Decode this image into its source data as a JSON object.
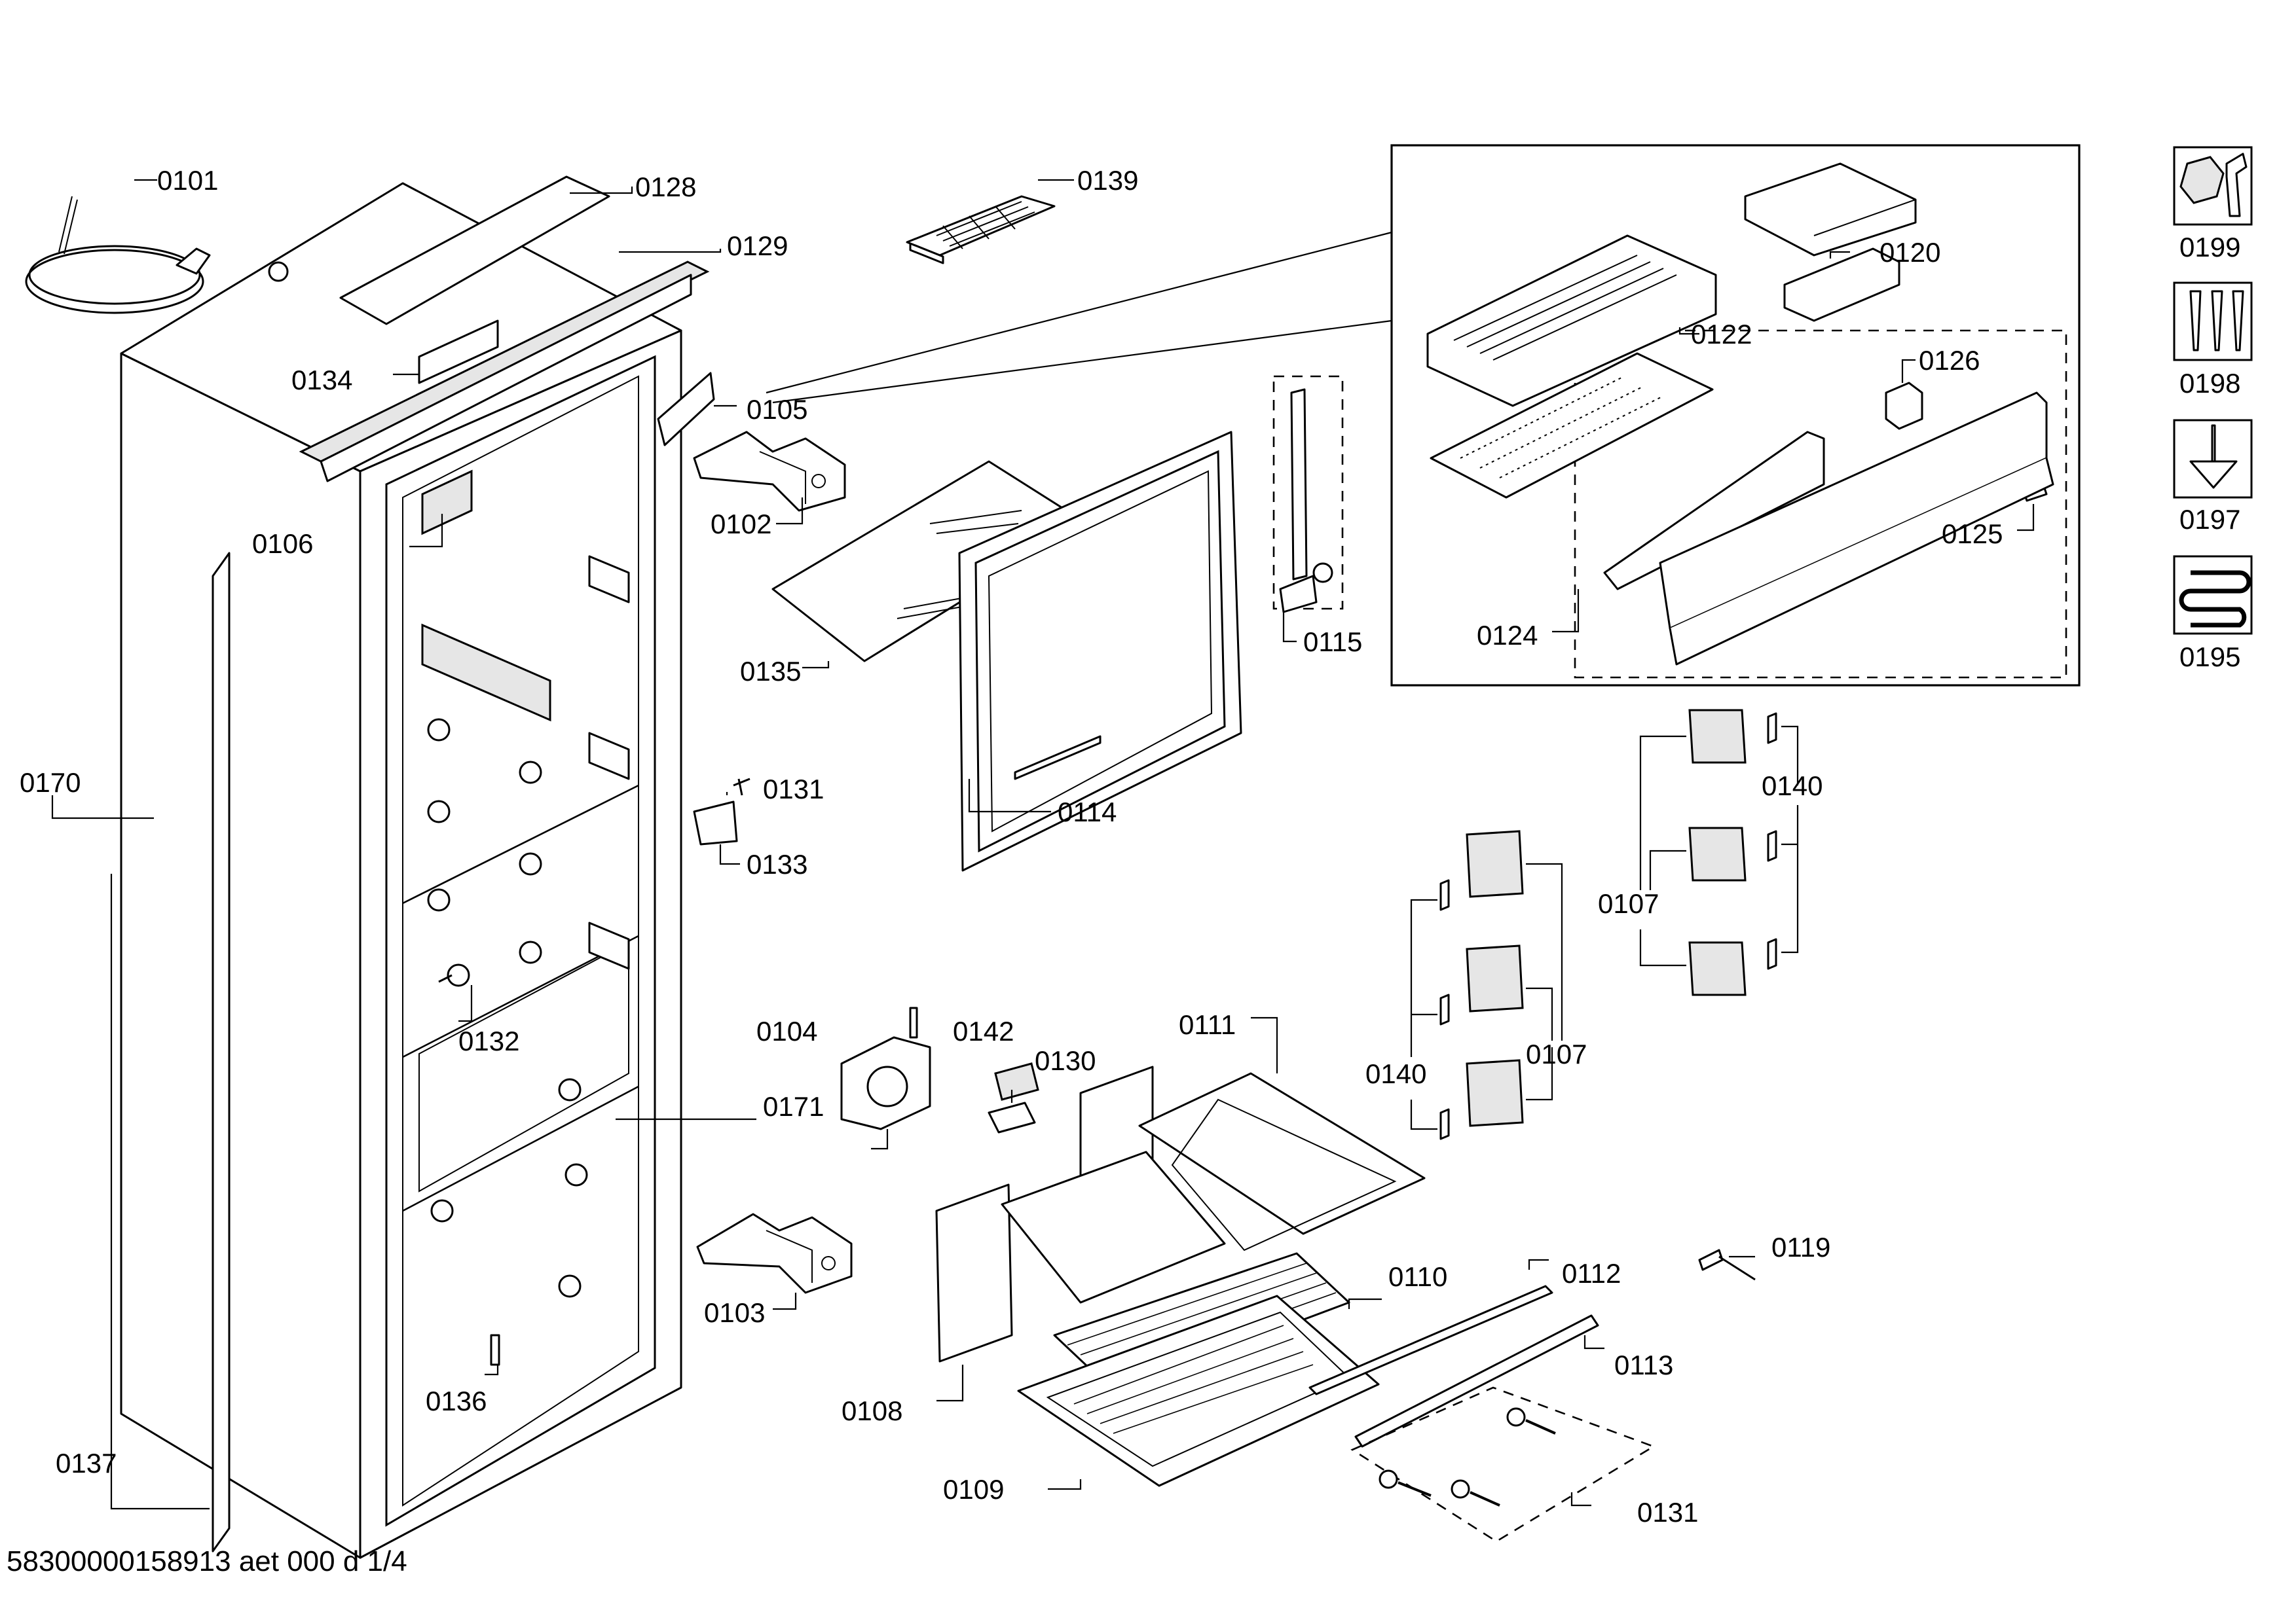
{
  "drawing_id": "58300000158913 aet 000 d 1/4",
  "callouts": {
    "c0101": "0101",
    "c0128": "0128",
    "c0129": "0129",
    "c0134": "0134",
    "c0106": "0106",
    "c0170": "0170",
    "c0137": "0137",
    "c0139": "0139",
    "c0105": "0105",
    "c0102": "0102",
    "c0135": "0135",
    "c0114": "0114",
    "c0115": "0115",
    "c0131a": "0131",
    "c0133": "0133",
    "c0132": "0132",
    "c0171": "0171",
    "c0104": "0104",
    "c0142": "0142",
    "c0130": "0130",
    "c0111": "0111",
    "c0103": "0103",
    "c0136": "0136",
    "c0108": "0108",
    "c0110": "0110",
    "c0112": "0112",
    "c0113": "0113",
    "c0109": "0109",
    "c0131b": "0131",
    "c0119": "0119",
    "c0120": "0120",
    "c0122": "0122",
    "c0126": "0126",
    "c0125": "0125",
    "c0124": "0124",
    "c0140a": "0140",
    "c0107a": "0107",
    "c0107b": "0107",
    "c0140b": "0140"
  },
  "legend": [
    {
      "code": "0199",
      "icon": "wrench-nut-icon"
    },
    {
      "code": "0198",
      "icon": "screws-icon"
    },
    {
      "code": "0197",
      "icon": "screwdriver-icon"
    },
    {
      "code": "0195",
      "icon": "heating-coil-icon"
    }
  ]
}
